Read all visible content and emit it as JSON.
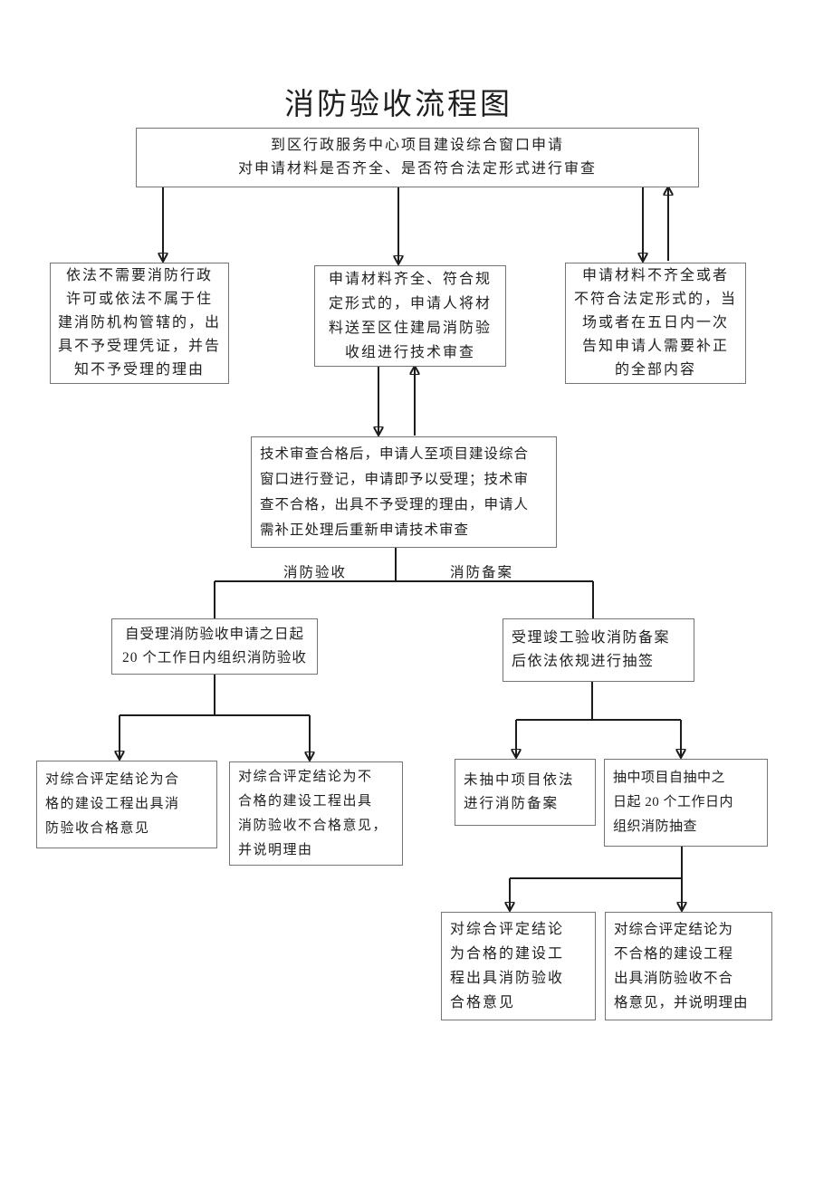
{
  "page": {
    "background": "#ffffff",
    "text_color": "#1f1f1f",
    "box_border_color": "#757575",
    "connector_color": "#1c1c1c"
  },
  "title": "消防验收流程图",
  "branch_labels": {
    "left": "消防验收",
    "right": "消防备案"
  },
  "nodes": {
    "window_application": {
      "lines": [
        "到区行政服务中心项目建设综合窗口申请",
        "对申请材料是否齐全、是否符合法定形式进行审查"
      ]
    },
    "no_permit": {
      "lines": [
        "依法不需要消防行政",
        "许可或依法不属于住",
        "建消防机构管辖的，出",
        "具不予受理凭证，并告",
        "知不予受理的理由"
      ]
    },
    "materials_complete": {
      "lines": [
        "申请材料齐全、符合规",
        "定形式的，申请人将材",
        "料送至区住建局消防验",
        "收组进行技术审查"
      ]
    },
    "materials_incomplete": {
      "lines": [
        "申请材料不齐全或者",
        "不符合法定形式的，当",
        "场或者在五日内一次",
        "告知申请人需要补正",
        "的全部内容"
      ]
    },
    "tech_review": {
      "lines": [
        "技术审查合格后，申请人至项目建设综合",
        "窗口进行登记，申请即予以受理；技术审",
        "查不合格，出具不予受理的理由，申请人",
        "需补正处理后重新申请技术审查"
      ]
    },
    "fire_acceptance": {
      "lines": [
        "自受理消防验收申请之日起",
        "20 个工作日内组织消防验收"
      ]
    },
    "fire_filing": {
      "lines": [
        "受理竣工验收消防备案",
        "后依法依规进行抽签"
      ]
    },
    "acceptance_pass": {
      "lines": [
        "对综合评定结论为合",
        "格的建设工程出具消",
        "防验收合格意见"
      ]
    },
    "acceptance_fail": {
      "lines": [
        "对综合评定结论为不",
        "合格的建设工程出具",
        "消防验收不合格意见，",
        "并说明理由"
      ]
    },
    "not_drawn": {
      "lines": [
        "未抽中项目依法",
        "进行消防备案"
      ]
    },
    "drawn": {
      "lines": [
        "抽中项目自抽中之",
        "日起 20 个工作日内",
        "组织消防抽查"
      ]
    },
    "spotcheck_pass": {
      "lines": [
        "对综合评定结论",
        "为合格的建设工",
        "程出具消防验收",
        "合格意见"
      ]
    },
    "spotcheck_fail": {
      "lines": [
        "对综合评定结论为",
        "不合格的建设工程",
        "出具消防验收不合",
        "格意见，并说明理由"
      ]
    }
  }
}
